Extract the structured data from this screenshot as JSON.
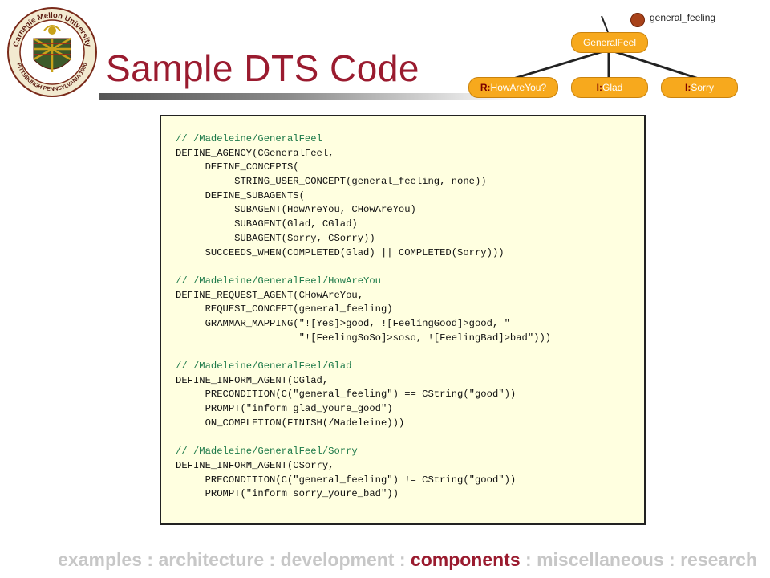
{
  "slide": {
    "title": "Sample DTS Code",
    "logo_text": "Carnegie Mellon University Pittsburgh Pennsylvania 1900"
  },
  "tree": {
    "concept": "general_feeling",
    "root": "GeneralFeel",
    "children": [
      {
        "prefix": "R:",
        "label": "HowAreYou?"
      },
      {
        "prefix": "I:",
        "label": "Glad"
      },
      {
        "prefix": "I:",
        "label": "Sorry"
      }
    ]
  },
  "code": {
    "lines": [
      {
        "text": "// /Madeleine/GeneralFeel",
        "kind": "comment"
      },
      {
        "text": "DEFINE_AGENCY(CGeneralFeel,",
        "kind": "code"
      },
      {
        "text": "     DEFINE_CONCEPTS(",
        "kind": "code"
      },
      {
        "text": "          STRING_USER_CONCEPT(general_feeling, none))",
        "kind": "code"
      },
      {
        "text": "     DEFINE_SUBAGENTS(",
        "kind": "code"
      },
      {
        "text": "          SUBAGENT(HowAreYou, CHowAreYou)",
        "kind": "code"
      },
      {
        "text": "          SUBAGENT(Glad, CGlad)",
        "kind": "code"
      },
      {
        "text": "          SUBAGENT(Sorry, CSorry))",
        "kind": "code"
      },
      {
        "text": "     SUCCEEDS_WHEN(COMPLETED(Glad) || COMPLETED(Sorry)))",
        "kind": "code"
      },
      {
        "text": "",
        "kind": "blank"
      },
      {
        "text": "// /Madeleine/GeneralFeel/HowAreYou",
        "kind": "comment"
      },
      {
        "text": "DEFINE_REQUEST_AGENT(CHowAreYou,",
        "kind": "code"
      },
      {
        "text": "     REQUEST_CONCEPT(general_feeling)",
        "kind": "code"
      },
      {
        "text": "     GRAMMAR_MAPPING(\"![Yes]>good, ![FeelingGood]>good, \"",
        "kind": "code"
      },
      {
        "text": "                     \"![FeelingSoSo]>soso, ![FeelingBad]>bad\")))",
        "kind": "code"
      },
      {
        "text": "",
        "kind": "blank"
      },
      {
        "text": "// /Madeleine/GeneralFeel/Glad",
        "kind": "comment"
      },
      {
        "text": "DEFINE_INFORM_AGENT(CGlad,",
        "kind": "code"
      },
      {
        "text": "     PRECONDITION(C(\"general_feeling\") == CString(\"good\"))",
        "kind": "code"
      },
      {
        "text": "     PROMPT(\"inform glad_youre_good\")",
        "kind": "code"
      },
      {
        "text": "     ON_COMPLETION(FINISH(/Madeleine)))",
        "kind": "code"
      },
      {
        "text": "",
        "kind": "blank"
      },
      {
        "text": "// /Madeleine/GeneralFeel/Sorry",
        "kind": "comment"
      },
      {
        "text": "DEFINE_INFORM_AGENT(CSorry,",
        "kind": "code"
      },
      {
        "text": "     PRECONDITION(C(\"general_feeling\") != CString(\"good\"))",
        "kind": "code"
      },
      {
        "text": "     PROMPT(\"inform sorry_youre_bad\"))",
        "kind": "code"
      }
    ]
  },
  "footer": {
    "items": [
      "examples",
      "architecture",
      "development",
      "components",
      "miscellaneous",
      "research"
    ],
    "separator": ":",
    "active": "components"
  },
  "colors": {
    "title": "#9a1b2f",
    "node_fill": "#f7a91d",
    "node_prefix": "#7a0000",
    "concept_dot": "#a8421a",
    "code_background": "#ffffe0",
    "comment": "#1e7a4a",
    "footer_inactive": "#c7c7c7",
    "footer_active": "#9a1b2f"
  }
}
